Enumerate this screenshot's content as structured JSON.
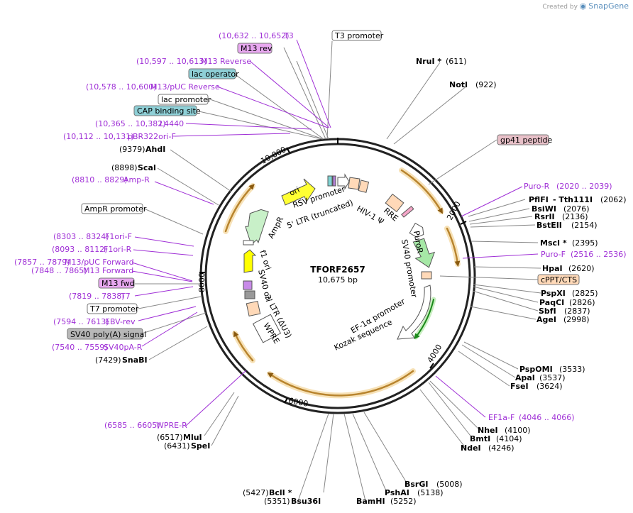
{
  "brand": {
    "prefix": "Created by",
    "name": "SnapGene"
  },
  "plasmid": {
    "name": "TFORF2657",
    "size": "10,675 bp"
  },
  "colors": {
    "feature_purple": "#9f2fd6",
    "backbone": "#222222",
    "arc_orange": "#d9a14a"
  },
  "ticks": [
    "2000",
    "4000",
    "6000",
    "8000",
    "10,000"
  ],
  "enzymes_right": [
    {
      "name": "NruI *",
      "pos": "(611)"
    },
    {
      "name": "NotI",
      "pos": "(922)"
    },
    {
      "name": "PflFI",
      "pos": ""
    },
    {
      "name": "- Tth111I",
      "pos": "(2062)"
    },
    {
      "name": "BsiWI",
      "pos": "(2076)"
    },
    {
      "name": "RsrII",
      "pos": "(2136)"
    },
    {
      "name": "BstEII",
      "pos": "(2154)"
    },
    {
      "name": "MscI *",
      "pos": "(2395)"
    },
    {
      "name": "HpaI",
      "pos": "(2620)"
    },
    {
      "name": "PspXI",
      "pos": "(2825)"
    },
    {
      "name": "PaqCI",
      "pos": "(2826)"
    },
    {
      "name": "SbfI",
      "pos": "(2837)"
    },
    {
      "name": "AgeI",
      "pos": "(2998)"
    },
    {
      "name": "PspOMI",
      "pos": "(3533)"
    },
    {
      "name": "ApaI",
      "pos": "(3537)"
    },
    {
      "name": "FseI",
      "pos": "(3624)"
    },
    {
      "name": "NheI",
      "pos": "(4100)"
    },
    {
      "name": "BmtI",
      "pos": "(4104)"
    },
    {
      "name": "NdeI",
      "pos": "(4246)"
    }
  ],
  "enzymes_bottom": [
    {
      "name": "BsrGI",
      "pos": "(5008)"
    },
    {
      "name": "PshAI",
      "pos": "(5138)"
    },
    {
      "name": "BamHI",
      "pos": "(5252)"
    },
    {
      "name": "BclI *",
      "pos": "(5427)"
    },
    {
      "name": "Bsu36I",
      "pos": "(5351)"
    }
  ],
  "enzymes_left": [
    {
      "name": "AhdI",
      "pos": "(9379)"
    },
    {
      "name": "ScaI",
      "pos": "(8898)"
    },
    {
      "name": "SnaBI",
      "pos": "(7429)"
    },
    {
      "name": "MluI",
      "pos": "(6517)"
    },
    {
      "name": "SpeI",
      "pos": "(6431)"
    }
  ],
  "primers_left": [
    {
      "name": "T3",
      "range": "(10,632 .. 10,652)"
    },
    {
      "name": "M13 Reverse",
      "range": "(10,597 .. 10,613)"
    },
    {
      "name": "M13/pUC Reverse",
      "range": "(10,578 .. 10,600)"
    },
    {
      "name": "L4440",
      "range": "(10,365 .. 10,382)"
    },
    {
      "name": "pBR322ori-F",
      "range": "(10,112 .. 10,131)"
    },
    {
      "name": "Amp-R",
      "range": "(8810 .. 8829)"
    },
    {
      "name": "F1ori-F",
      "range": "(8303 .. 8324)"
    },
    {
      "name": "F1ori-R",
      "range": "(8093 .. 8112)"
    },
    {
      "name": "M13/pUC Forward",
      "range": "(7857 .. 7879)"
    },
    {
      "name": "M13 Forward",
      "range": "(7848 .. 7865)"
    },
    {
      "name": "T7",
      "range": "(7819 .. 7838)"
    },
    {
      "name": "EBV-rev",
      "range": "(7594 .. 7613)"
    },
    {
      "name": "SV40pA-R",
      "range": "(7540 .. 7559)"
    },
    {
      "name": "WPRE-R",
      "range": "(6585 .. 6605)"
    }
  ],
  "primers_right": [
    {
      "name": "Puro-R",
      "range": "(2020 .. 2039)"
    },
    {
      "name": "Puro-F",
      "range": "(2516 .. 2536)"
    },
    {
      "name": "EF1a-F",
      "range": "(4046 .. 4066)"
    }
  ],
  "feature_boxes": [
    {
      "name": "T3 promoter"
    },
    {
      "name": "M13 rev"
    },
    {
      "name": "lac operator"
    },
    {
      "name": "lac promoter"
    },
    {
      "name": "CAP binding site"
    },
    {
      "name": "AmpR promoter"
    },
    {
      "name": "M13 fwd"
    },
    {
      "name": "T7 promoter"
    },
    {
      "name": "SV40 poly(A) signal"
    },
    {
      "name": "gp41 peptide"
    },
    {
      "name": "cPPT/CTS"
    }
  ],
  "inner_labels": [
    {
      "name": "ori"
    },
    {
      "name": "RSV promoter"
    },
    {
      "name": "5' LTR (truncated)"
    },
    {
      "name": "HIV-1 Ψ"
    },
    {
      "name": "RRE"
    },
    {
      "name": "AmpR"
    },
    {
      "name": "f1 ori"
    },
    {
      "name": "SV40 ori"
    },
    {
      "name": "3' LTR (ΔU3)"
    },
    {
      "name": "WPRE"
    },
    {
      "name": "PuroR"
    },
    {
      "name": "SV40 promoter"
    },
    {
      "name": "EF-1α promoter"
    },
    {
      "name": "Kozak sequence"
    }
  ]
}
